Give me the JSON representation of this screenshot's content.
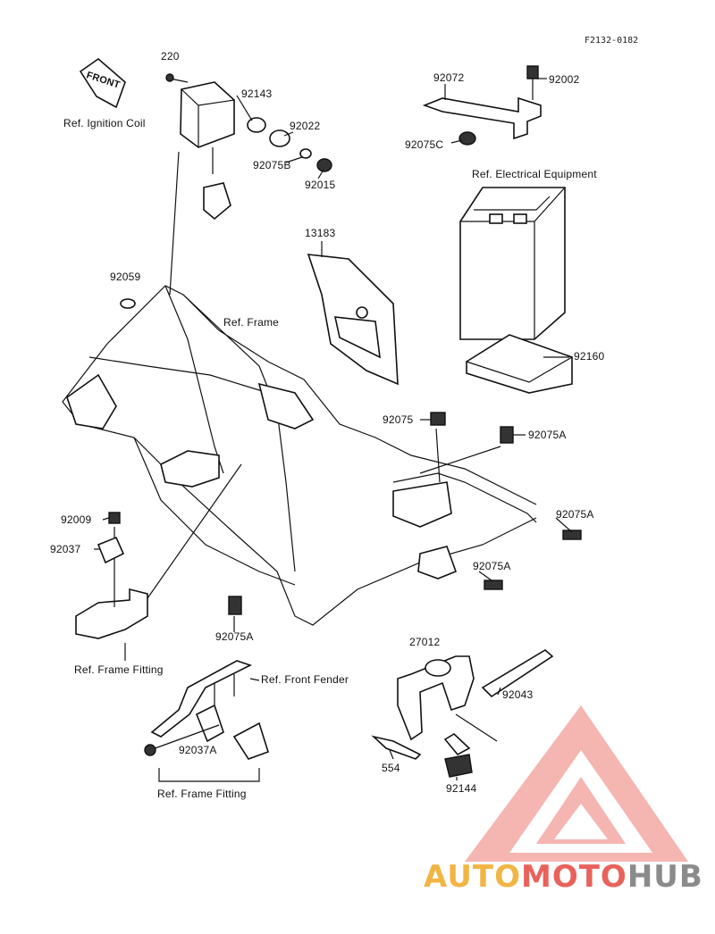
{
  "code": "F2132-0182",
  "front_label": "FRONT",
  "labels": {
    "p220": "220",
    "ref_ignition_coil": "Ref. Ignition Coil",
    "p92143": "92143",
    "p92022": "92022",
    "p92075b": "92075B",
    "p92015": "92015",
    "p92072": "92072",
    "p92002": "92002",
    "p92075c": "92075C",
    "ref_electrical_equipment": "Ref. Electrical Equipment",
    "p13183": "13183",
    "p92059": "92059",
    "ref_frame": "Ref. Frame",
    "p92160": "92160",
    "p92075": "92075",
    "p92075a_1": "92075A",
    "p92075a_2": "92075A",
    "p92009": "92009",
    "p92037": "92037",
    "p92075a_3": "92075A",
    "p92075a_4": "92075A",
    "ref_frame_fitting_1": "Ref. Frame Fitting",
    "p27012": "27012",
    "ref_front_fender": "Ref. Front Fender",
    "p92043": "92043",
    "p92037a": "92037A",
    "p554": "554",
    "p92144": "92144",
    "ref_frame_fitting_2": "Ref. Frame Fitting"
  },
  "watermark": {
    "part1": "AUTO",
    "part2": "MOTO",
    "part3": "HUB",
    "colors": {
      "auto": "#f2b544",
      "moto": "#e8625b",
      "hub": "#8b8b8b",
      "logo": "#f2a39e"
    }
  }
}
